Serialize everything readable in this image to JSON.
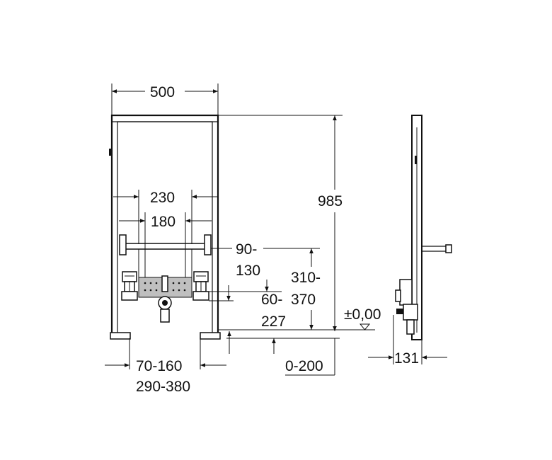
{
  "dimensions": {
    "width": "500",
    "height": "985",
    "spacing_outer": "230",
    "spacing_inner": "180",
    "bar_height_a": "90-",
    "bar_height_b": "130",
    "drain_height_a": "60-",
    "drain_height_b": "227",
    "supply_height_a": "310-",
    "supply_height_b": "370",
    "floor_level": "±0,00",
    "foot_offset": "70-160",
    "foot_range": "290-380",
    "foot_extension": "0-200",
    "depth": "131"
  }
}
